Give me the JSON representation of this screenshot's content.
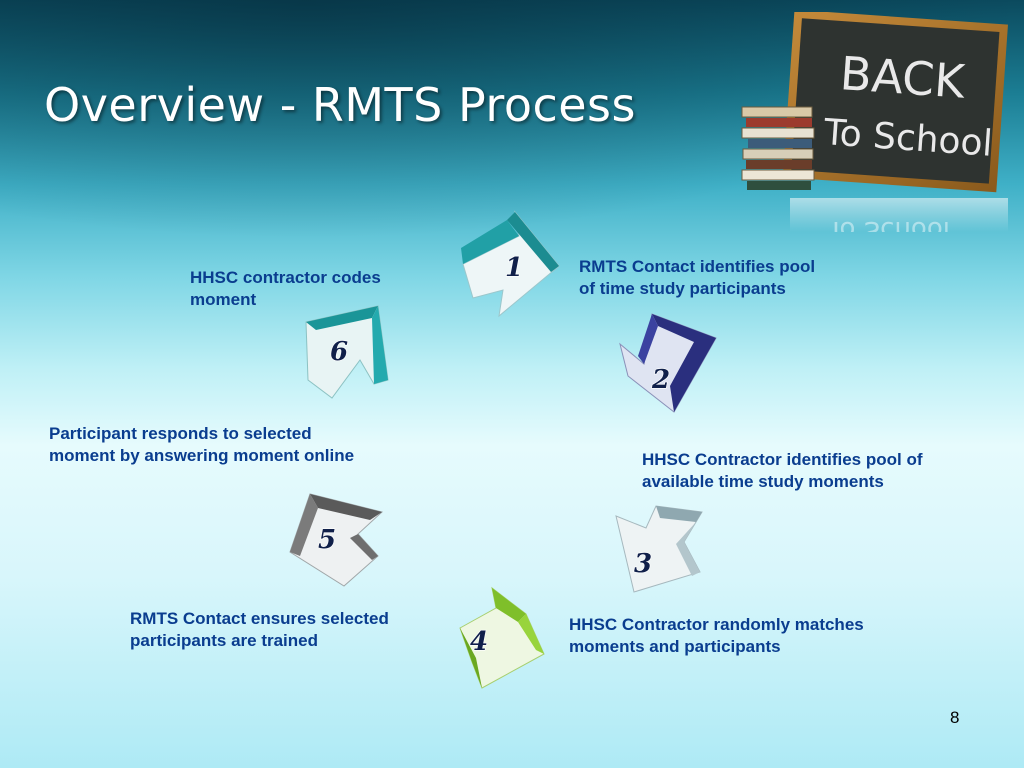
{
  "slide": {
    "title": "Overview - RMTS Process",
    "page_number": "8"
  },
  "decoration": {
    "blackboard_line1": "BACK",
    "blackboard_line2": "To School",
    "reflection": "To School"
  },
  "steps": [
    {
      "number": "1",
      "text_line1": "RMTS Contact identifies pool",
      "text_line2": "of time study participants",
      "color": "#1c8c91"
    },
    {
      "number": "2",
      "text_line1": "HHSC Contractor identifies pool of",
      "text_line2": "available time study moments",
      "color": "#2a2f7e"
    },
    {
      "number": "3",
      "text_line1": "HHSC Contractor randomly matches",
      "text_line2": "moments and participants",
      "color": "#8fa8b0"
    },
    {
      "number": "4",
      "text_line1": "RMTS Contact ensures selected",
      "text_line2": "participants are trained",
      "color": "#7fbf2a"
    },
    {
      "number": "5",
      "text_line1": "Participant responds to  selected",
      "text_line2": "moment by answering moment online",
      "color": "#5a5a5a"
    },
    {
      "number": "6",
      "text_line1": "HHSC contractor codes",
      "text_line2": "moment",
      "color": "#1a9598"
    }
  ]
}
